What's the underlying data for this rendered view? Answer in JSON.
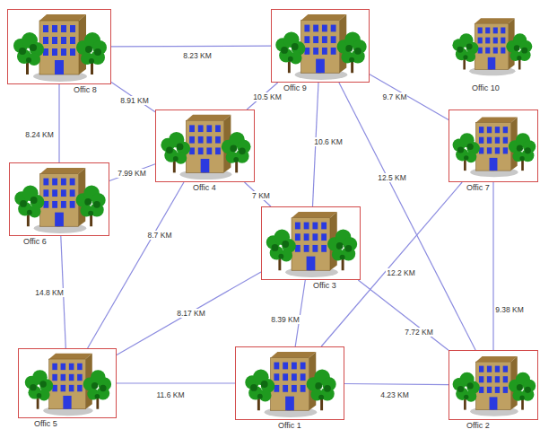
{
  "diagram": {
    "nodes": [
      {
        "text": [
          "Offic 8"
        ]
      },
      {
        "text": [
          "Offic 9"
        ]
      },
      {
        "text": [
          "Offic 10"
        ]
      },
      {
        "text": [
          "Offic 4"
        ]
      },
      {
        "text": [
          "Offic 7"
        ]
      },
      {
        "text": [
          "Offic 6"
        ]
      },
      {
        "text": [
          "Offic 3"
        ]
      },
      {
        "text": [
          "Offic 5"
        ]
      },
      {
        "text": [
          "Offic 1"
        ]
      },
      {
        "text": [
          "Offic 2"
        ]
      }
    ],
    "edges": [
      {
        "from": 0,
        "to": 1,
        "label": "8.23 KM",
        "arrow": "none"
      },
      {
        "from": 0,
        "to": 3,
        "label": "8.91 KM",
        "arrow": "none"
      },
      {
        "from": 0,
        "to": 5,
        "label": "8.24 KM",
        "arrow": "none"
      },
      {
        "from": 1,
        "to": 3,
        "label": "10.5 KM",
        "arrow": "none"
      },
      {
        "from": 1,
        "to": 4,
        "label": "9.7 KM",
        "arrow": "none"
      },
      {
        "from": 1,
        "to": 6,
        "label": "10.6 KM",
        "arrow": "none"
      },
      {
        "from": 1,
        "to": 9,
        "label": "12.5 KM",
        "arrow": "none"
      },
      {
        "from": 5,
        "to": 3,
        "label": "7.99 KM",
        "arrow": "none"
      },
      {
        "from": 3,
        "to": 6,
        "label": "7 KM",
        "arrow": "none"
      },
      {
        "from": 3,
        "to": 7,
        "label": "8.7 KM",
        "arrow": "none"
      },
      {
        "from": 5,
        "to": 7,
        "label": "14.8 KM",
        "arrow": "none"
      },
      {
        "from": 6,
        "to": 7,
        "label": "8.17 KM",
        "arrow": "none"
      },
      {
        "from": 6,
        "to": 8,
        "label": "8.39 KM",
        "arrow": "none"
      },
      {
        "from": 6,
        "to": 9,
        "label": "7.72 KM",
        "arrow": "none"
      },
      {
        "from": 4,
        "to": 8,
        "label": "12.2 KM",
        "arrow": "none"
      },
      {
        "from": 4,
        "to": 9,
        "label": "9.38 KM",
        "arrow": "none"
      },
      {
        "from": 7,
        "to": 8,
        "label": "11.6 KM",
        "arrow": "none"
      },
      {
        "from": 8,
        "to": 9,
        "label": "4.23 KM",
        "arrow": "none"
      }
    ]
  }
}
